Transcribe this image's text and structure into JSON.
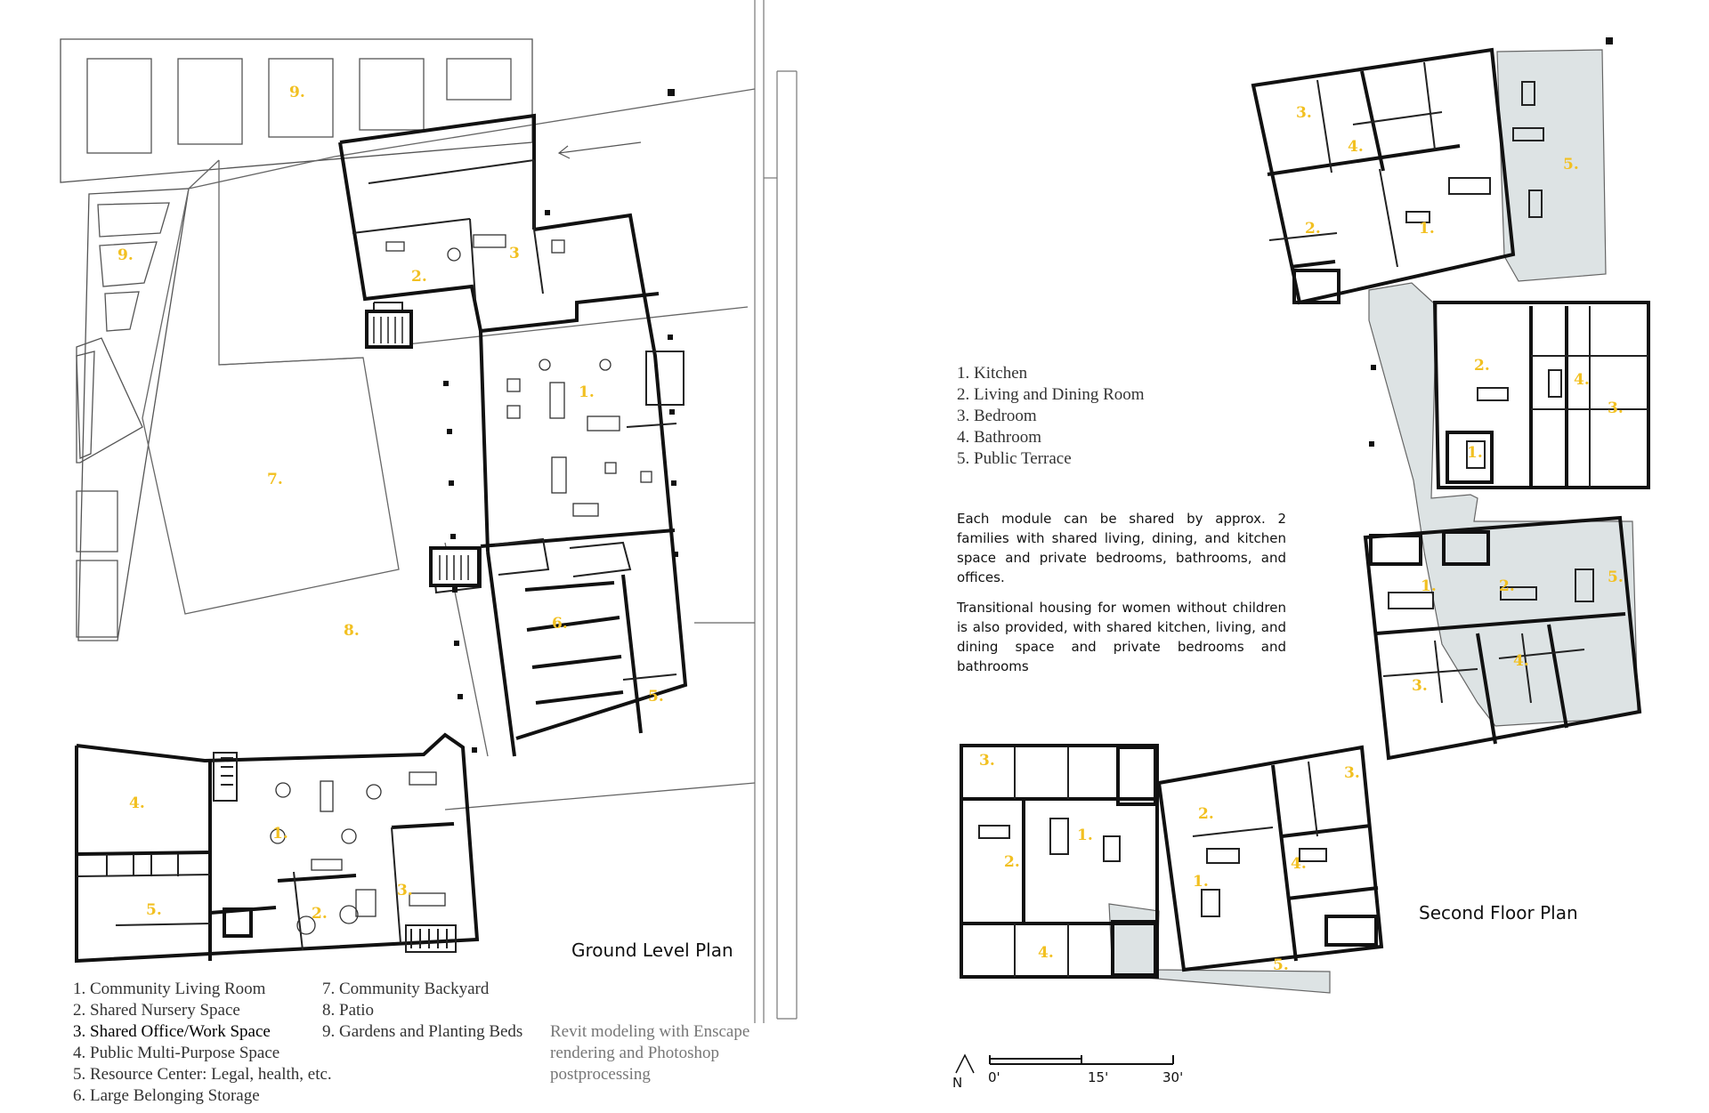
{
  "ground_plan": {
    "title": "Ground Level Plan",
    "legend_col1": [
      "1. Community Living Room",
      "2. Shared Nursery Space",
      "3. Shared Office/Work Space",
      "4. Public Multi-Purpose Space",
      "5. Resource Center: Legal, health, etc.",
      "6. Large Belonging Storage"
    ],
    "legend_col2": [
      "7. Community Backyard",
      "8. Patio",
      "9. Gardens and Planting Beds"
    ],
    "credit": "Revit modeling with Enscape rendering and Photoshop postprocessing",
    "labels": [
      "1.",
      "2.",
      "3",
      "4.",
      "5.",
      "6.",
      "7.",
      "8.",
      "9.",
      "9.",
      "1.",
      "2.",
      "3.",
      "5."
    ]
  },
  "second_plan": {
    "title": "Second Floor Plan",
    "legend": [
      "1. Kitchen",
      "2. Living and Dining Room",
      "3. Bedroom",
      "4. Bathroom",
      "5. Public Terrace"
    ],
    "description": [
      "Each module can be shared by approx. 2 families with shared living, dining, and kitchen space and private bedrooms, bathrooms, and offices.",
      "Transitional housing for women without children is also provided, with shared kitchen, living, and dining space and private bedrooms and bathrooms"
    ],
    "labels": [
      "1.",
      "2.",
      "3.",
      "4.",
      "5."
    ]
  },
  "scale_bar": {
    "north": "N",
    "ticks": [
      "0'",
      "15'",
      "30'"
    ]
  },
  "colors": {
    "wall": "#111111",
    "thin_line": "#555555",
    "label": "#f2c021",
    "terrace": "#dde3e4"
  }
}
